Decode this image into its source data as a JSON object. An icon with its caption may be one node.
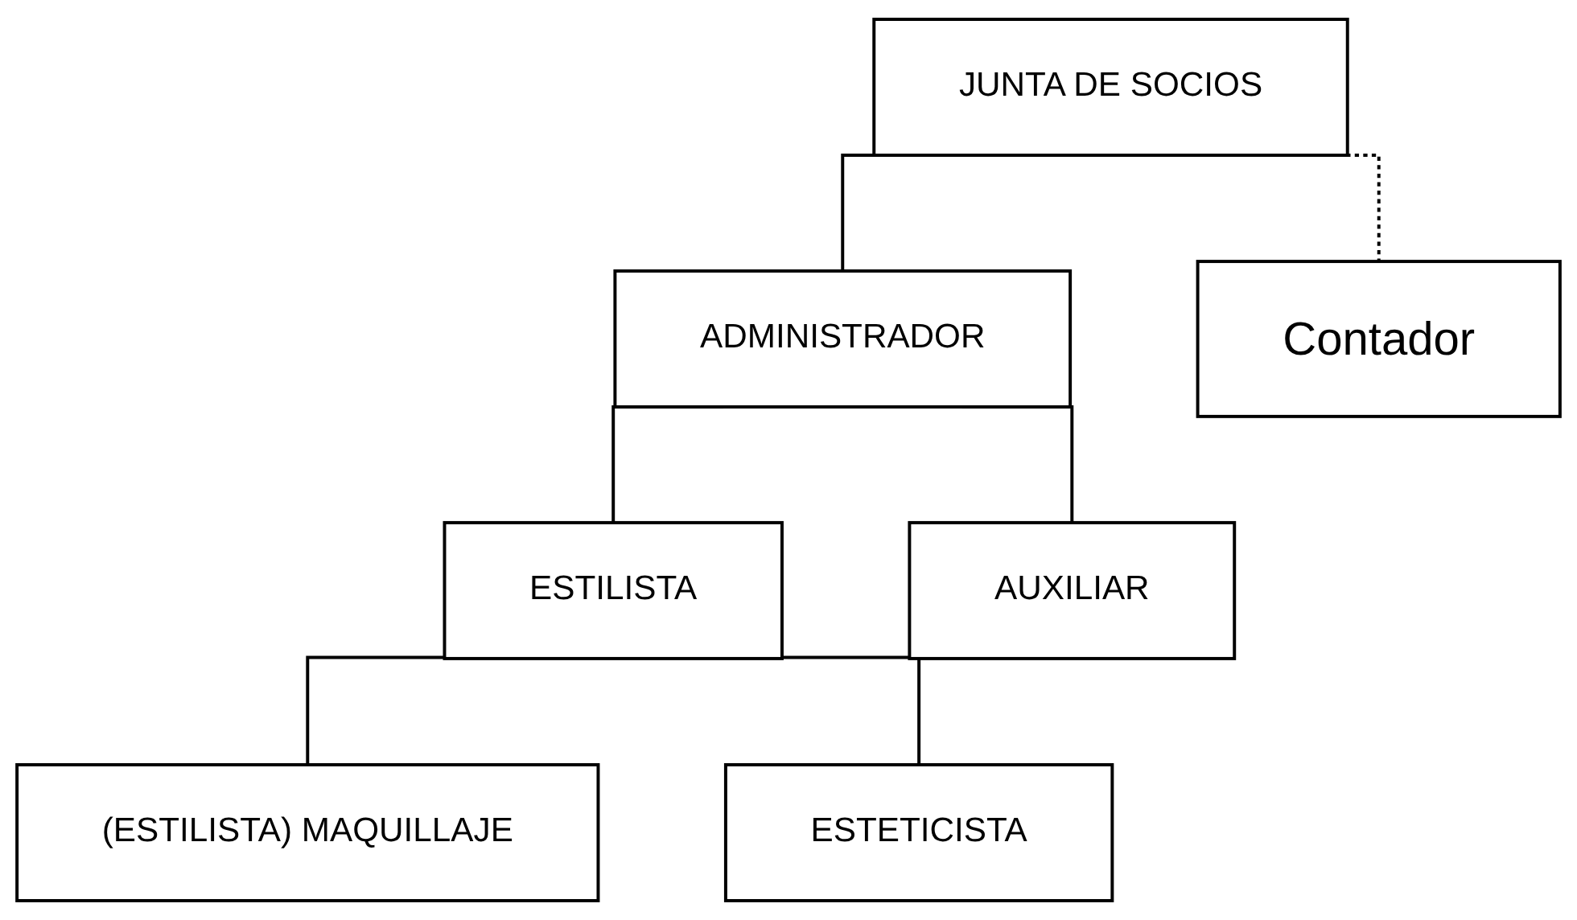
{
  "diagram": {
    "nodes": [
      {
        "text": [
          "JUNTA DE SOCIOS"
        ]
      },
      {
        "text": [
          "ADMINISTRADOR"
        ]
      },
      {
        "text": [
          "Contador"
        ]
      },
      {
        "text": [
          "ESTILISTA"
        ]
      },
      {
        "text": [
          "AUXILIAR"
        ]
      },
      {
        "text": [
          "(ESTILISTA) MAQUILLAJE"
        ]
      },
      {
        "text": [
          "ESTETICISTA"
        ]
      }
    ],
    "edges": [
      {
        "from": 0,
        "to": 1,
        "arrow": "none"
      },
      {
        "from": 0,
        "to": 2,
        "arrow": "none",
        "style": "dashed"
      },
      {
        "from": 1,
        "to": 3,
        "arrow": "none"
      },
      {
        "from": 1,
        "to": 4,
        "arrow": "none"
      },
      {
        "from": 3,
        "to": 5,
        "arrow": "none"
      },
      {
        "from": 3,
        "to": 6,
        "arrow": "none"
      }
    ]
  }
}
